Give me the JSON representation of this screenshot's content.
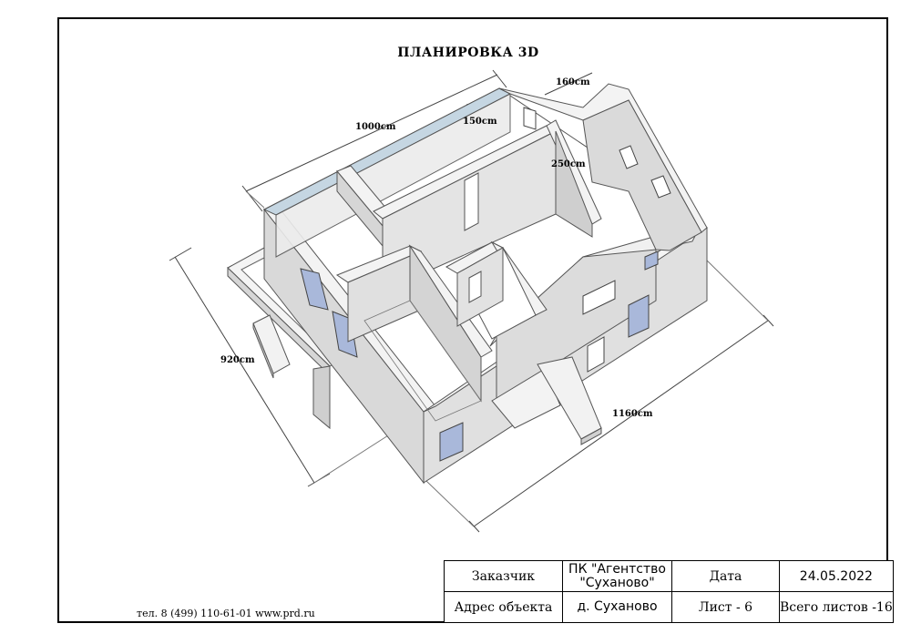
{
  "sheet": {
    "title": "ПЛАНИРОВКА 3D",
    "contacts": "тел. 8 (499) 110-61-01  www.prd.ru"
  },
  "dimensions": {
    "length_top": "1000cm",
    "width_small": "160cm",
    "wall_top": "150cm",
    "wall_height": "250cm",
    "depth_left": "920cm",
    "length_bottom": "1160cm"
  },
  "title_block": {
    "customer_label": "Заказчик",
    "customer_line1": "ПК \"Агентство",
    "customer_line2": "\"Суханово\"",
    "date_label": "Дата",
    "date_value": "24.05.2022",
    "address_label": "Адрес объекта",
    "address_value": "д. Суханово",
    "sheet_label": "Лист  - 6",
    "total_sheets": "Всего листов -16"
  },
  "colors": {
    "wall_top": "#f2f2f2",
    "wall_side": "#d4d4d4",
    "wall_dark": "#bdbdbd",
    "floor": "#ffffff",
    "accent_blue": "#c5d6e2",
    "window": "#9fb0d8"
  }
}
